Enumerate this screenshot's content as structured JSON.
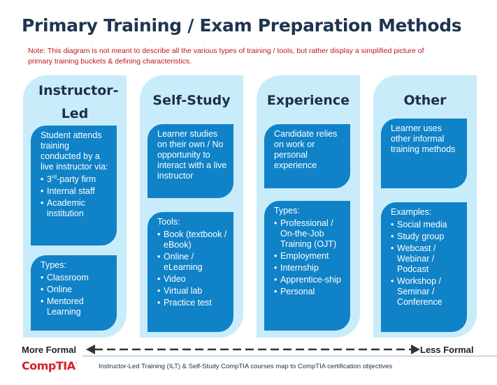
{
  "title": "Primary Training / Exam Preparation Methods",
  "note": "Note: This diagram is not meant to describe all the various types of training / tools, but rather display a simplified picture of primary training buckets & defining characteristics.",
  "columns": [
    {
      "heading": "Instructor-Led",
      "top_box": {
        "text": "Student attends training conducted by a live instructor via:",
        "items": [
          "3rd-party firm",
          "Internal staff",
          "Academic institution"
        ]
      },
      "bottom_box": {
        "label": "Types:",
        "items": [
          "Classroom",
          "Online",
          "Mentored Learning"
        ]
      }
    },
    {
      "heading": "Self-Study",
      "top_box": {
        "text": "Learner studies on their own / No opportunity to interact with a live instructor",
        "items": []
      },
      "bottom_box": {
        "label": "Tools:",
        "items": [
          "Book (textbook / eBook)",
          "Online / eLearning",
          "Video",
          "Virtual lab",
          "Practice test"
        ]
      }
    },
    {
      "heading": "Experience",
      "top_box": {
        "text": "Candidate relies on work or personal experience",
        "items": []
      },
      "bottom_box": {
        "label": "Types:",
        "items": [
          "Professional / On-the-Job Training (OJT)",
          "Employment",
          "Internship",
          "Apprentice-ship",
          "Personal"
        ]
      }
    },
    {
      "heading": "Other",
      "top_box": {
        "text": "Learner uses other informal training methods",
        "items": []
      },
      "bottom_box": {
        "label": "Examples:",
        "items": [
          "Social media",
          "Study group",
          "Webcast / Webinar / Podcast",
          "Workshop / Seminar / Conference"
        ]
      }
    }
  ],
  "scale": {
    "left_label": "More Formal",
    "right_label": "Less Formal"
  },
  "footer": {
    "logo": "CompTIA",
    "text": "Instructor-Led Training (ILT) & Self-Study CompTIA courses map to CompTIA  certification objectives"
  },
  "colors": {
    "column_bg": "#c9ecfa",
    "box_bg": "#1082c7",
    "note_red": "#c0141c",
    "logo_red": "#d4202a"
  }
}
